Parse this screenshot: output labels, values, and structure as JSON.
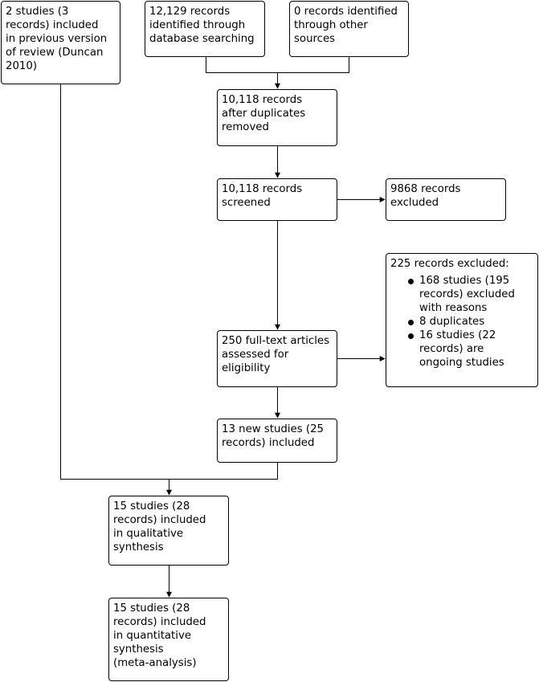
{
  "boxes": {
    "previous": [
      "2 studies (3",
      "records) included",
      "in previous version",
      "of review (Duncan",
      "2010)"
    ],
    "database": [
      "12,129 records",
      "identified through",
      "database searching"
    ],
    "other": [
      "0 records identified",
      "through other",
      "sources"
    ],
    "duplicates_removed": [
      "10,118 records",
      "after duplicates",
      "removed"
    ],
    "screened": [
      "10,118 records",
      "screened"
    ],
    "excluded": [
      "9868 records",
      "excluded"
    ],
    "fulltext": [
      "250 full-text articles",
      "assessed for",
      "eligibility"
    ],
    "fulltext_excluded": {
      "heading": "225 records excluded:",
      "items": [
        [
          "168 studies (195",
          "records) excluded",
          "with reasons"
        ],
        [
          "8 duplicates"
        ],
        [
          "16 studies (22",
          "records) are",
          "ongoing studies"
        ]
      ]
    },
    "new_included": [
      "13 new studies (25",
      "records) included"
    ],
    "qualitative": [
      "15 studies (28",
      "records) included",
      "in qualitative",
      "synthesis"
    ],
    "quantitative": [
      "15 studies (28",
      "records) included",
      "in quantitative",
      "synthesis",
      "(meta-analysis)"
    ]
  }
}
